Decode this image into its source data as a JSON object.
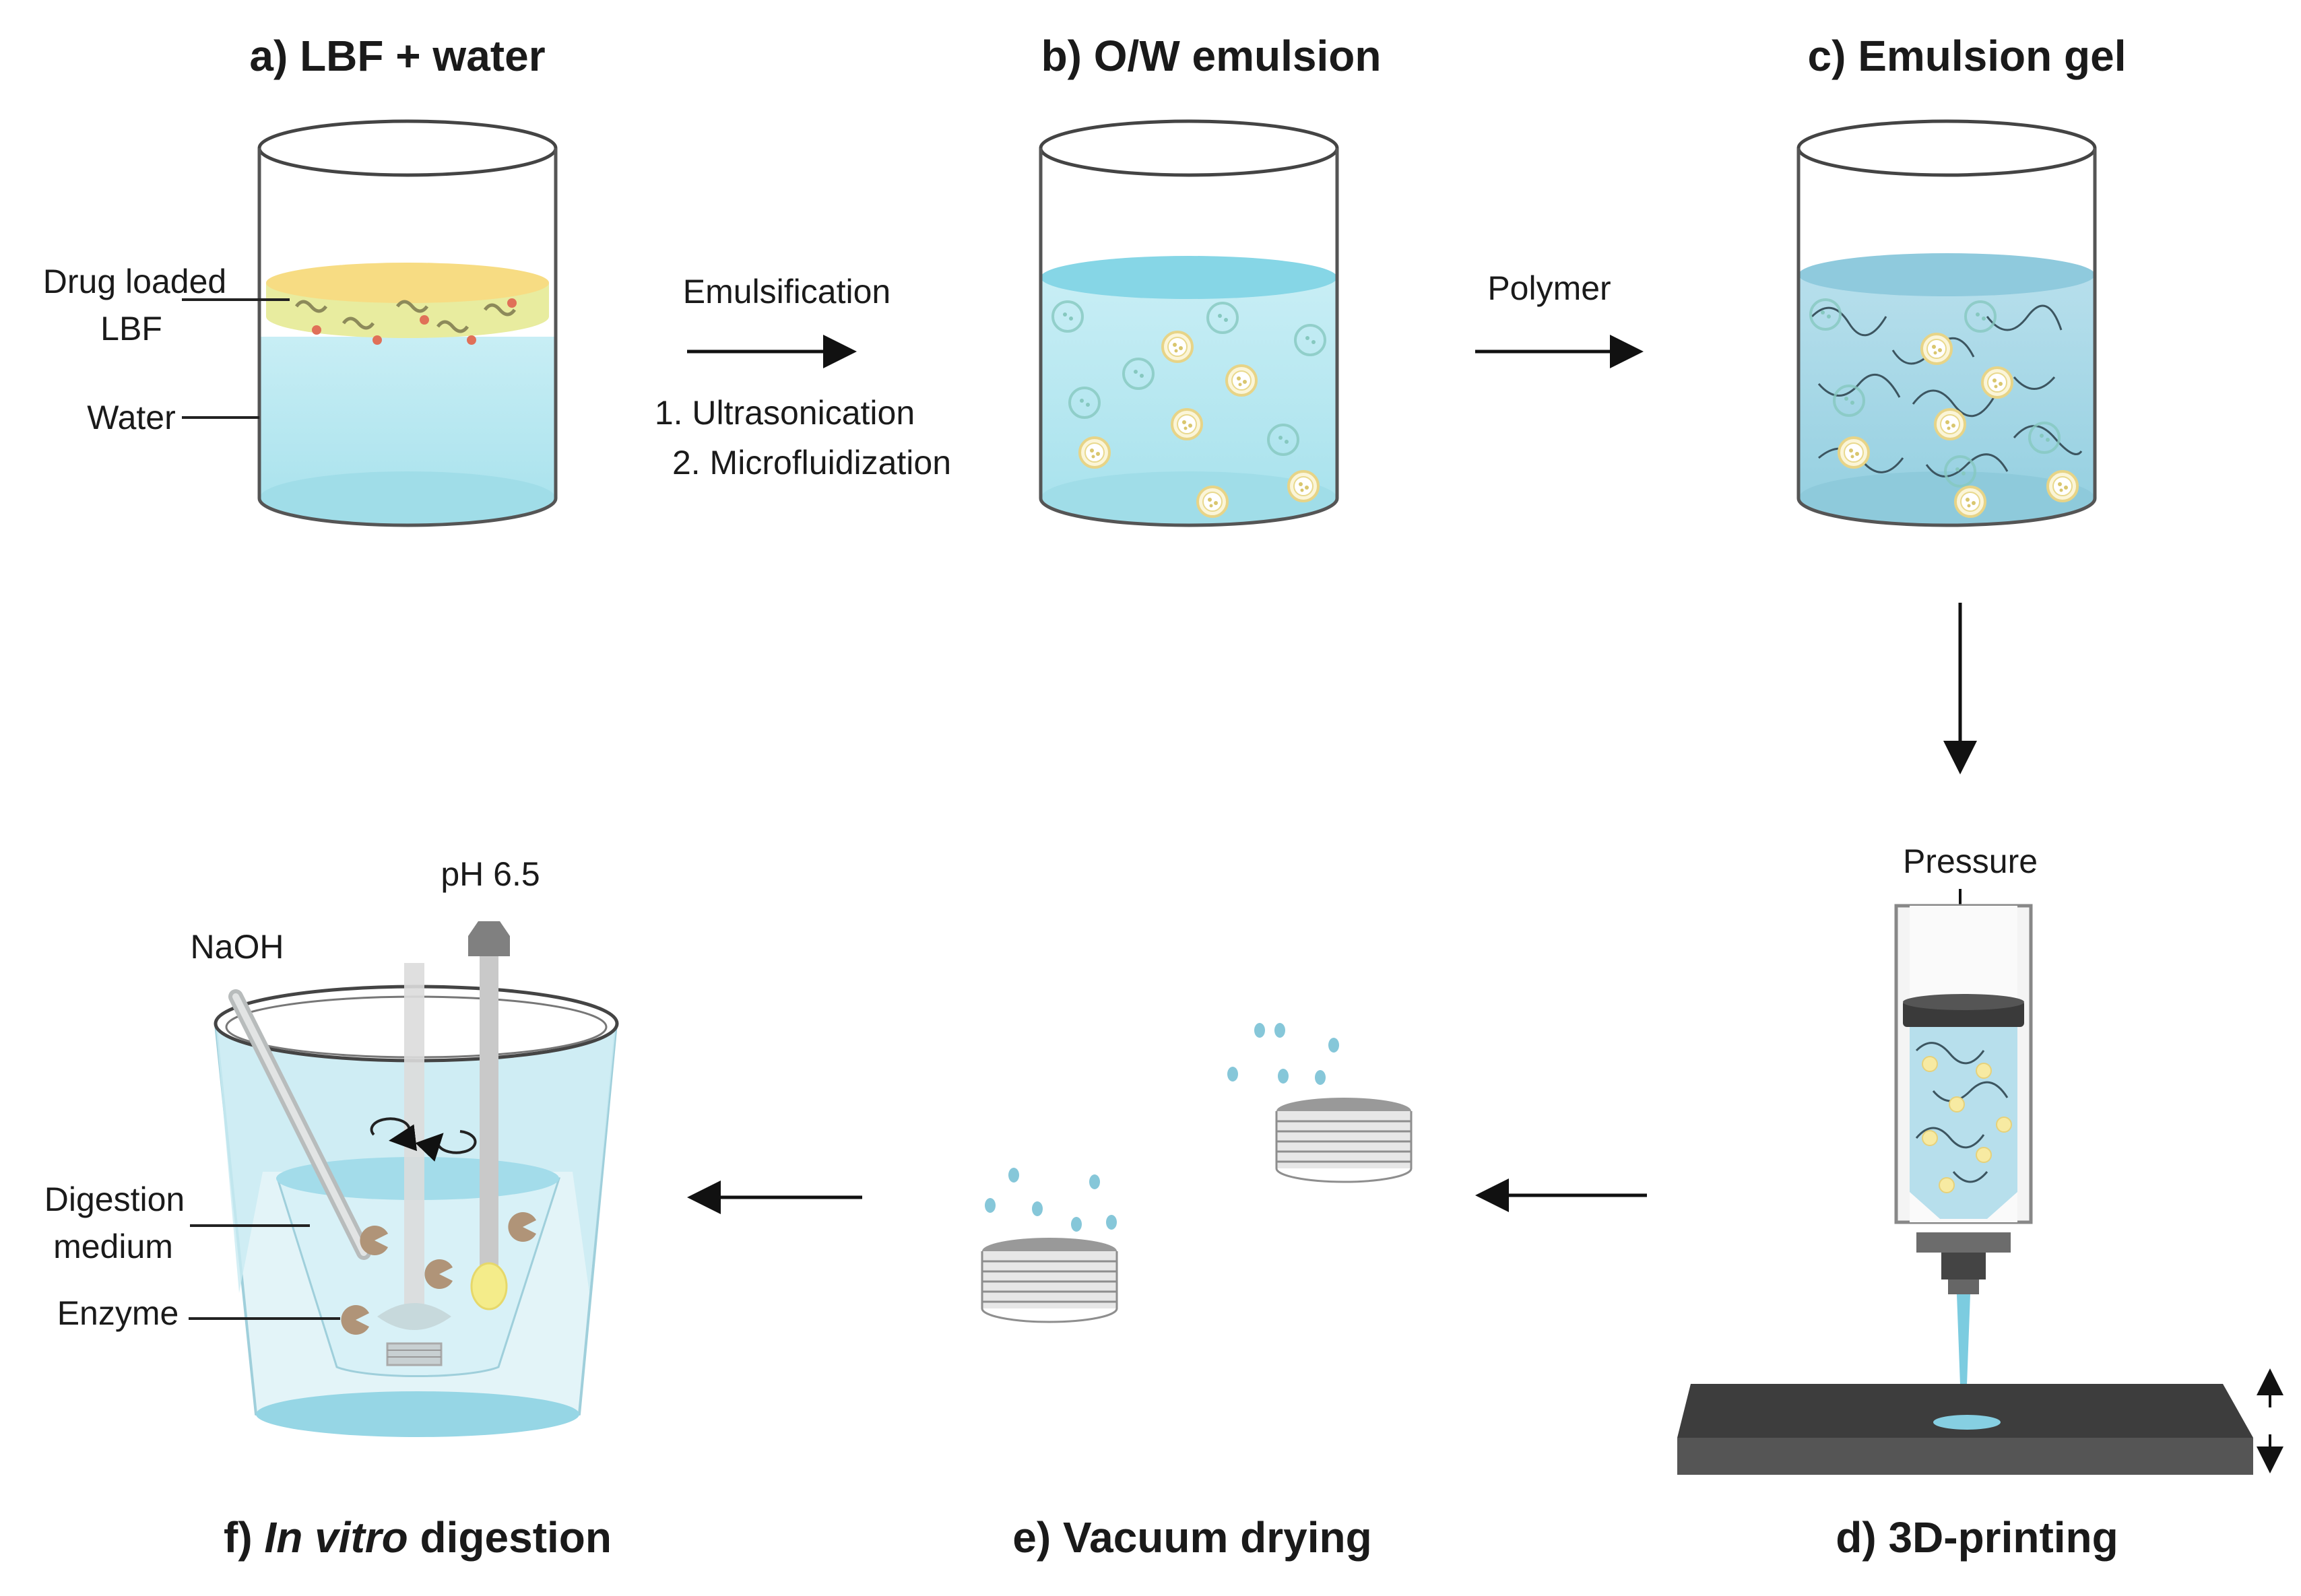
{
  "steps": {
    "a": {
      "title": "a)  LBF + water",
      "oil_label_1": "Drug loaded",
      "oil_label_2": "LBF",
      "water_label": "Water"
    },
    "b": {
      "title": "b)  O/W emulsion"
    },
    "c": {
      "title": "c)  Emulsion gel"
    },
    "d": {
      "title": "d)  3D-printing",
      "pressure_label": "Pressure"
    },
    "e": {
      "title": "e)  Vacuum drying"
    },
    "f": {
      "title_prefix": "f) ",
      "title_italic": "In vitro",
      "title_suffix": " digestion",
      "ph_label": "pH 6.5",
      "naoh_label": "NaOH",
      "medium_label_1": "Digestion",
      "medium_label_2": "medium",
      "enzyme_label": "Enzyme"
    }
  },
  "arrows": {
    "a_to_b": {
      "top": "Emulsification",
      "bottom_1": "1. Ultrasonication",
      "bottom_2": "2. Microfluidization"
    },
    "b_to_c": {
      "top": "Polymer"
    }
  },
  "colors": {
    "water": "#aee4ee",
    "water_dark": "#7fd2e2",
    "oil": "#f6dc80",
    "droplet": "#f7efc6",
    "enzyme": "#b09478",
    "plate": "#4a4a4a",
    "arrow": "#111111"
  }
}
